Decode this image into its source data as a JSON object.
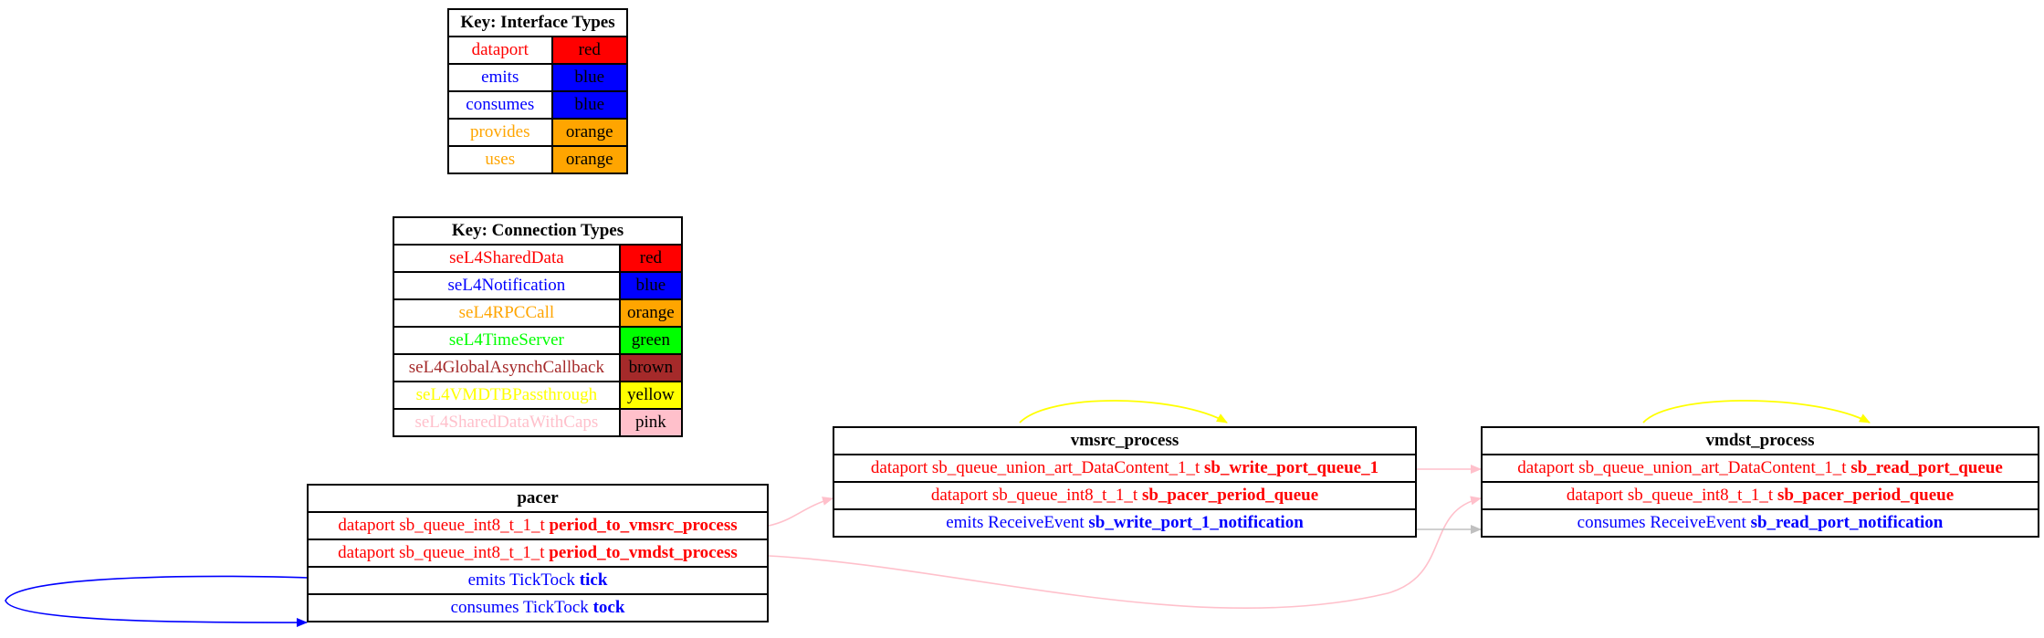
{
  "colors": {
    "red": "#ff0000",
    "blue": "#0000ff",
    "orange": "#ffa500",
    "green": "#00ff00",
    "brown": "#a52a2a",
    "yellow": "#ffff00",
    "pink": "#ffc0cb",
    "black": "#000000"
  },
  "key_interface": {
    "title": "Key: Interface Types",
    "rows": [
      {
        "label": "dataport",
        "swatch": "red",
        "color": "#ff0000"
      },
      {
        "label": "emits",
        "swatch": "blue",
        "color": "#0000ff"
      },
      {
        "label": "consumes",
        "swatch": "blue",
        "color": "#0000ff"
      },
      {
        "label": "provides",
        "swatch": "orange",
        "color": "#ffa500"
      },
      {
        "label": "uses",
        "swatch": "orange",
        "color": "#ffa500"
      }
    ]
  },
  "key_connection": {
    "title": "Key: Connection Types",
    "rows": [
      {
        "label": "seL4SharedData",
        "swatch": "red",
        "color": "#ff0000"
      },
      {
        "label": "seL4Notification",
        "swatch": "blue",
        "color": "#0000ff"
      },
      {
        "label": "seL4RPCCall",
        "swatch": "orange",
        "color": "#ffa500"
      },
      {
        "label": "seL4TimeServer",
        "swatch": "green",
        "color": "#00ff00"
      },
      {
        "label": "seL4GlobalAsynchCallback",
        "swatch": "brown",
        "color": "#a52a2a"
      },
      {
        "label": "seL4VMDTBPassthrough",
        "swatch": "yellow",
        "color": "#ffff00"
      },
      {
        "label": "seL4SharedDataWithCaps",
        "swatch": "pink",
        "color": "#ffc0cb"
      }
    ]
  },
  "pacer": {
    "title": "pacer",
    "ports": [
      {
        "prefix": "dataport sb_queue_int8_t_1_t",
        "name": "period_to_vmsrc_process"
      },
      {
        "prefix": "dataport sb_queue_int8_t_1_t",
        "name": "period_to_vmdst_process"
      },
      {
        "prefix": "emits TickTock",
        "name": "tick"
      },
      {
        "prefix": "consumes TickTock",
        "name": "tock"
      }
    ]
  },
  "vmsrc": {
    "title": "vmsrc_process",
    "ports": [
      {
        "prefix": "dataport sb_queue_union_art_DataContent_1_t",
        "name": "sb_write_port_queue_1"
      },
      {
        "prefix": "dataport sb_queue_int8_t_1_t",
        "name": "sb_pacer_period_queue"
      },
      {
        "prefix": "emits ReceiveEvent",
        "name": "sb_write_port_1_notification"
      }
    ]
  },
  "vmdst": {
    "title": "vmdst_process",
    "ports": [
      {
        "prefix": "dataport sb_queue_union_art_DataContent_1_t",
        "name": "sb_read_port_queue"
      },
      {
        "prefix": "dataport sb_queue_int8_t_1_t",
        "name": "sb_pacer_period_queue"
      },
      {
        "prefix": "consumes ReceiveEvent",
        "name": "sb_read_port_notification"
      }
    ]
  }
}
